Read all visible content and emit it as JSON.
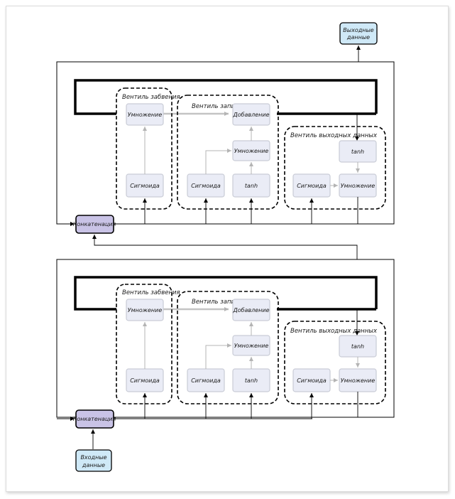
{
  "labels": {
    "output": [
      "Выходные",
      "данные"
    ],
    "input": [
      "Входные",
      "данные"
    ],
    "concat": "Конкатенация",
    "forget_gate": "Вентиль забвения",
    "write_gate": "Вентиль записи",
    "output_gate": "Вентиль выходных данных",
    "multiply": "Умножение",
    "add": "Добавление",
    "sigmoid": "Сигмоида",
    "tanh": "tanh"
  },
  "colors": {
    "io_box": "#cfe9f7",
    "concat_box": "#c9c3e6",
    "op_box": "#eaecf6",
    "op_border": "#c9ccd6",
    "grey_arrow": "#b4b4b4"
  }
}
